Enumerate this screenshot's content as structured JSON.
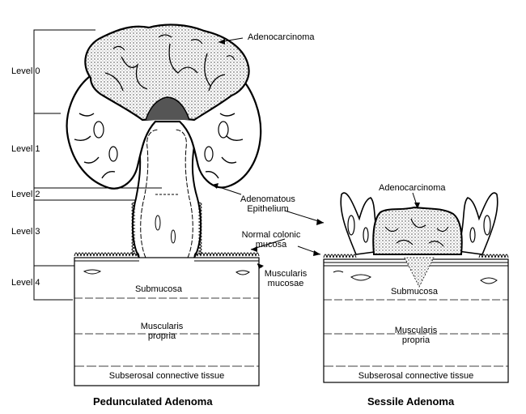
{
  "levels": [
    "Level 0",
    "Level 1",
    "Level 2",
    "Level 3",
    "Level 4"
  ],
  "labels": {
    "adenocarcinoma": "Adenocarcinoma",
    "adenomatous_1": "Adenomatous",
    "adenomatous_2": "Epithelium",
    "normal_1": "Normal colonic",
    "normal_2": "mucosa",
    "musc_muc_1": "Muscularis",
    "musc_muc_2": "mucosae",
    "submucosa": "Submucosa",
    "musc_prop_1": "Muscularis",
    "musc_prop_2": "propria",
    "subserosal": "Subserosal connective tissue"
  },
  "titles": {
    "pedunculated": "Pedunculated Adenoma",
    "sessile": "Sessile Adenoma"
  }
}
